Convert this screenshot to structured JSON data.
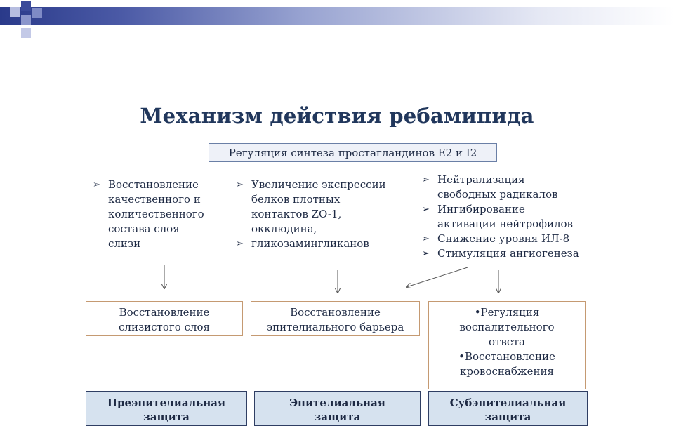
{
  "title": "Механизм действия ребамипида",
  "prostaglandin_box": "Регуляция синтеза простагландинов Е2 и I2",
  "bullet_marker": "➢",
  "column1_items": [
    [
      "Восстановление",
      "качественного и",
      "количественного",
      "состава слоя",
      "слизи"
    ]
  ],
  "column2_items": [
    [
      "Увеличение экспрессии",
      "белков плотных",
      "контактов ZO-1,",
      "окклюдина,"
    ],
    [
      "гликозамингликанов"
    ]
  ],
  "column3_items": [
    [
      "Нейтрализация",
      "свободных радикалов"
    ],
    [
      "Ингибирование",
      "активации нейтрофилов"
    ],
    [
      "Снижение уровня ИЛ-8"
    ],
    [
      "Стимуляция ангиогенеза"
    ]
  ],
  "outcomes": [
    [
      "Восстановление",
      "слизистого слоя"
    ],
    [
      "Восстановление",
      "эпителиального  барьера"
    ],
    [
      "•Регуляция",
      "воспалительного",
      "ответа",
      "•Восстановление",
      "кровоснабжения"
    ]
  ],
  "protection": [
    [
      "Преэпителиальная",
      "защита"
    ],
    [
      "Эпителиальная",
      "защита"
    ],
    [
      "Субэпителиальная",
      "защита"
    ]
  ],
  "colors": {
    "title": "#21375c",
    "outcome_border": "#c59a72",
    "protection_fill": "#d6e2ef",
    "band_start": "#2a3a8a"
  }
}
